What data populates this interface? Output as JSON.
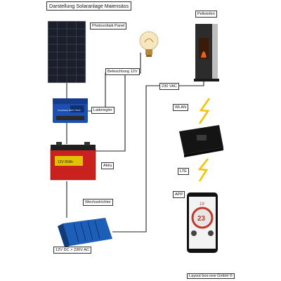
{
  "title": "Darstellung Solaranlage Maiensäss",
  "labels": {
    "panel": "Photovoltaik Panel",
    "lighting": "Beleuchtung 12V",
    "controller": "Laderegler",
    "battery": "Akku",
    "inverter": "Wechselrichter",
    "conversion": "12V DC > 230V AC",
    "ac": "230 VAC",
    "stove": "Pelletofen",
    "wlan": "WLAN",
    "lte": "LTE",
    "app": "APP"
  },
  "footer": "Layout box-one GmbH ©",
  "devices": {
    "controller_text": "SmartSolar MPPT 75/15",
    "battery_text": "12V 80Ah",
    "phone_temp": "23",
    "phone_set": "19"
  },
  "colors": {
    "wire": "#222222",
    "signal": "#f2c300",
    "panel": "#1a1f2b",
    "controller": "#1e4fb0",
    "battery": "#c8211e",
    "inverter": "#1d5fb8",
    "stove": "#2c2c2c",
    "flame": "#e2632a"
  }
}
